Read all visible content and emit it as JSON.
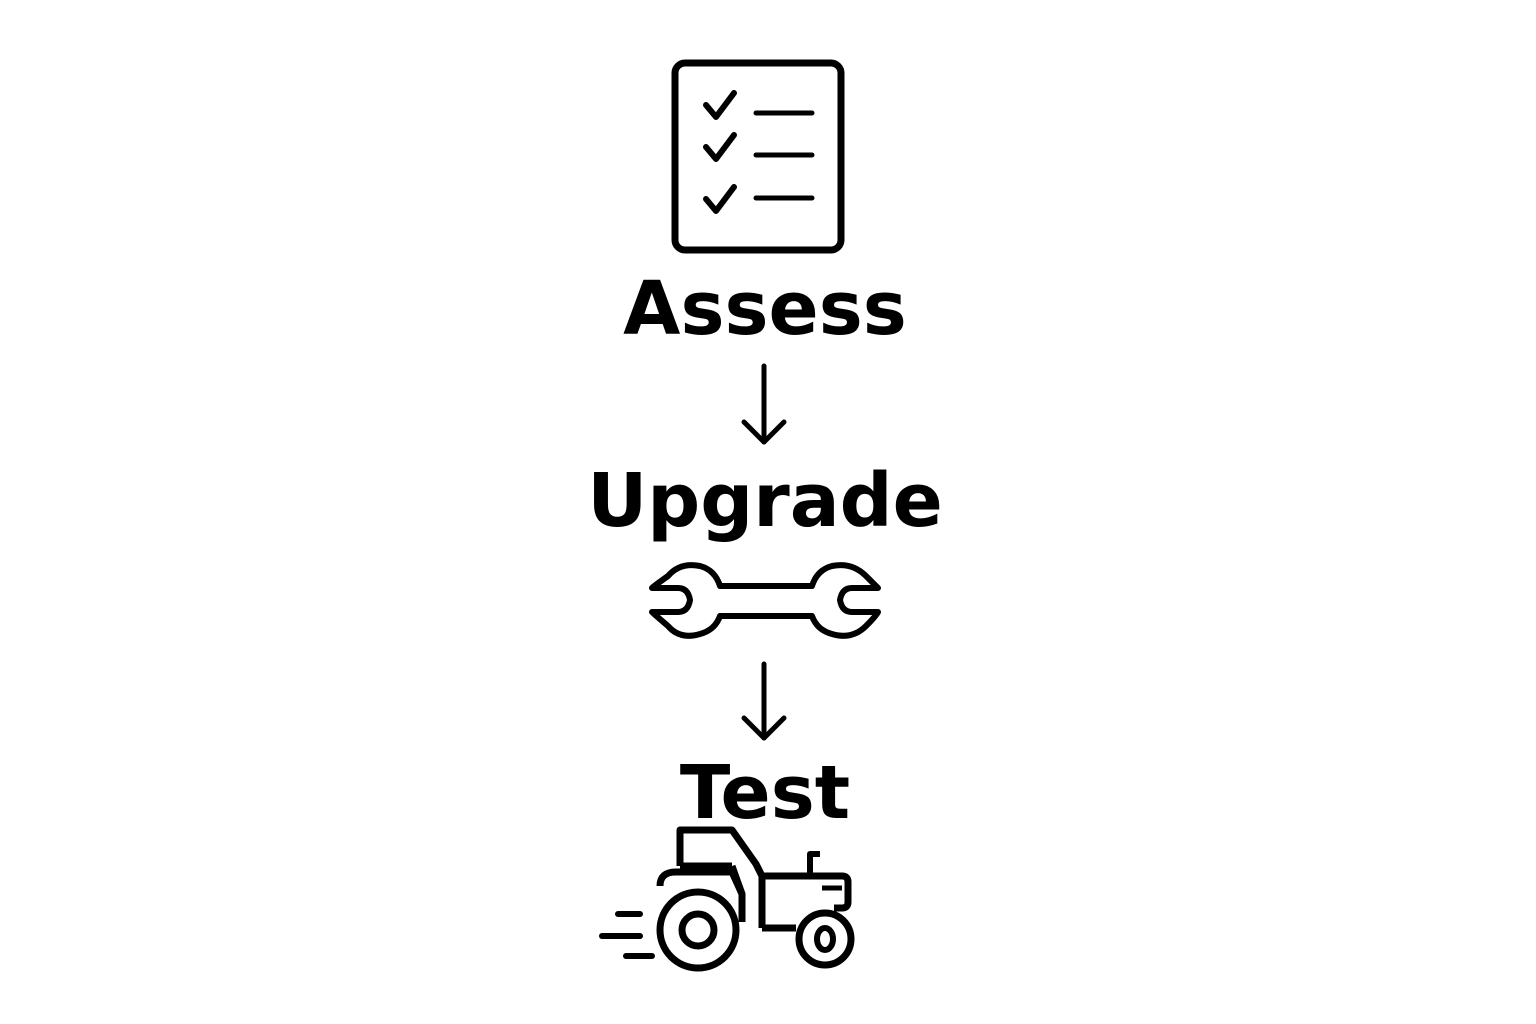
{
  "steps": [
    {
      "label": "Assess",
      "icon": "checklist-icon"
    },
    {
      "label": "Upgrade",
      "icon": "wrench-icon"
    },
    {
      "label": "Test",
      "icon": "tractor-icon"
    }
  ],
  "connectors": [
    "arrow-down-icon",
    "arrow-down-icon"
  ],
  "colors": {
    "stroke": "#000000",
    "background": "#ffffff"
  }
}
